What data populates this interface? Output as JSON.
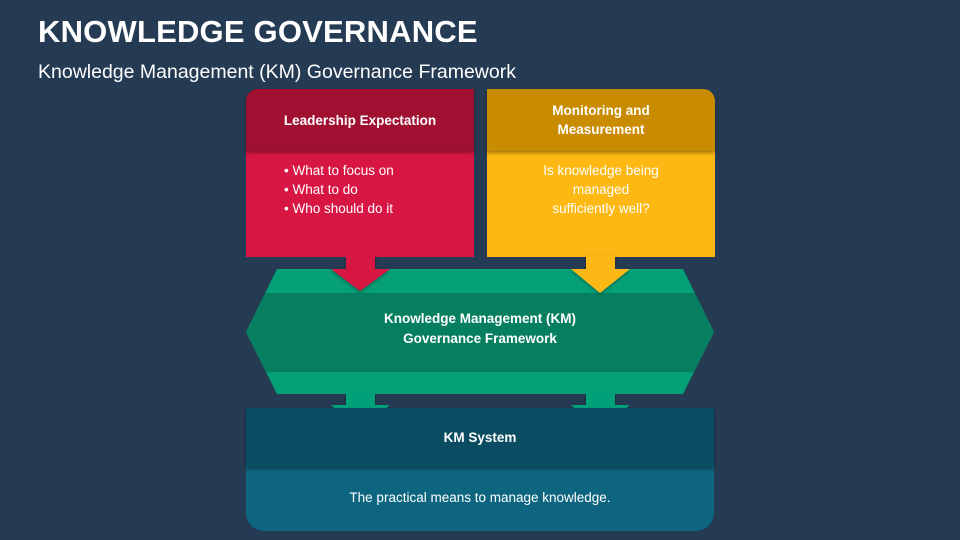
{
  "slide": {
    "title": "KNOWLEDGE GOVERNANCE",
    "subtitle": "Knowledge Management (KM) Governance Framework"
  },
  "leadership": {
    "heading": "Leadership Expectation",
    "items": [
      "What to focus on",
      "What to do",
      "Who should do it"
    ],
    "header_color": "#a01030",
    "body_color": "#d81643"
  },
  "monitoring": {
    "heading_line1": "Monitoring and",
    "heading_line2": "Measurement",
    "body_line1": "Is knowledge being",
    "body_line2": "managed",
    "body_line3": "sufficiently well?",
    "header_color": "#c98b00",
    "body_color": "#fdb813"
  },
  "framework": {
    "line1": "Knowledge Management (KM)",
    "line2": "Governance Framework",
    "band_color": "#05a078",
    "center_color": "#067f60"
  },
  "km_system": {
    "heading": "KM System",
    "description": "The practical means to manage knowledge.",
    "header_color": "#0a4d62",
    "body_color": "#0d6580"
  },
  "background_color": "#253a53"
}
